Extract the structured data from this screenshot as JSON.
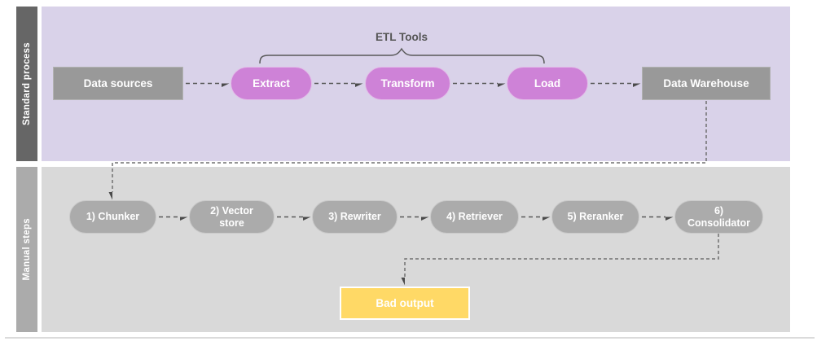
{
  "lanes": {
    "standard": {
      "label": "Standard process"
    },
    "manual": {
      "label": "Manual steps"
    }
  },
  "groups": {
    "etl_tools": {
      "label": "ETL Tools"
    }
  },
  "nodes": {
    "data_sources": {
      "label": "Data sources"
    },
    "extract": {
      "label": "Extract"
    },
    "transform": {
      "label": "Transform"
    },
    "load": {
      "label": "Load"
    },
    "data_warehouse": {
      "label": "Data Warehouse"
    },
    "chunker": {
      "label": "1) Chunker"
    },
    "vector_store": {
      "label": "2) Vector store"
    },
    "rewriter": {
      "label": "3) Rewriter"
    },
    "retriever": {
      "label": "4) Retriever"
    },
    "reranker": {
      "label": "5) Reranker"
    },
    "consolidator": {
      "label": "6) Consolidator"
    },
    "bad_output": {
      "label": "Bad output"
    }
  },
  "colors": {
    "standard_lane_bg": "#d9d2e9",
    "standard_strip_bg": "#666666",
    "manual_lane_bg": "#d9d9d9",
    "manual_strip_bg": "#ababab",
    "etl_pill_fill": "#ce82d7",
    "io_box_fill": "#999999",
    "manual_pill_fill": "#ababab",
    "bad_output_fill": "#ffd966",
    "connector": "#595959"
  }
}
